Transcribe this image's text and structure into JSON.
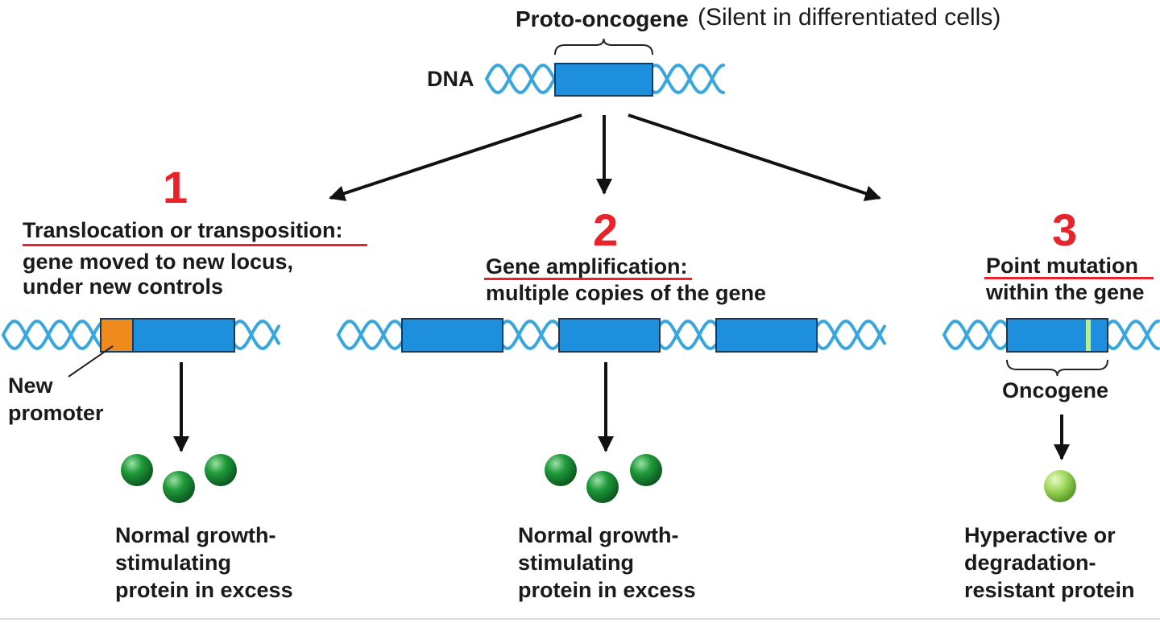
{
  "header": {
    "gene_label": "Proto-oncogene",
    "gene_note": "(Silent in differentiated cells)",
    "dna_label": "DNA"
  },
  "mechanisms": [
    {
      "number": "1",
      "title": "Translocation or transposition:",
      "description": [
        "gene moved to new locus,",
        "under new controls"
      ],
      "callout": [
        "New",
        "promoter"
      ],
      "result": [
        "Normal growth-",
        "stimulating",
        "protein in excess"
      ]
    },
    {
      "number": "2",
      "title": "Gene amplification:",
      "description": [
        "multiple copies of the gene"
      ],
      "result": [
        "Normal growth-",
        "stimulating",
        "protein in excess"
      ]
    },
    {
      "number": "3",
      "title": "Point mutation",
      "description": [
        "within the gene"
      ],
      "bracket_label": "Oncogene",
      "result": [
        "Hyperactive or",
        "degradation-",
        "resistant protein"
      ]
    }
  ],
  "colors": {
    "dna_strand": "#3aa6de",
    "gene_fill": "#1e8fdc",
    "gene_stroke": "#143a5c",
    "promoter": "#ef8a1f",
    "mutation": "#b6f08c",
    "protein_dark": "#1f9a3a",
    "protein_light": "#9fd85a",
    "accent_red": "#e8232a",
    "arrow": "#111111"
  }
}
